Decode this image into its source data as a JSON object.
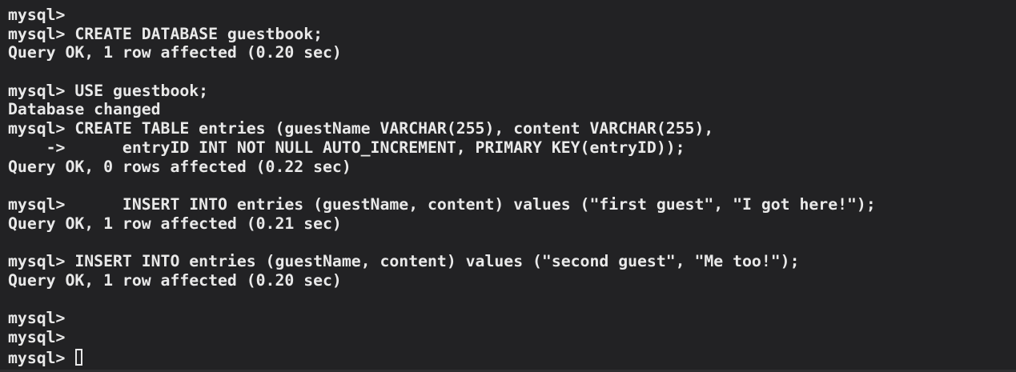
{
  "terminal": {
    "app": "mysql-command-line-client",
    "prompt": "mysql>",
    "continuation_prompt": "->",
    "colors": {
      "background": "#222224",
      "text": "#e9e9e9",
      "bottom_edge": "#2e2e30"
    },
    "cursor": {
      "style": "hollow-block",
      "at_end_of_last_line": true
    },
    "lines": [
      "mysql>",
      "mysql> CREATE DATABASE guestbook;",
      "Query OK, 1 row affected (0.20 sec)",
      "",
      "mysql> USE guestbook;",
      "Database changed",
      "mysql> CREATE TABLE entries (guestName VARCHAR(255), content VARCHAR(255),",
      "    ->      entryID INT NOT NULL AUTO_INCREMENT, PRIMARY KEY(entryID));",
      "Query OK, 0 rows affected (0.22 sec)",
      "",
      "mysql>      INSERT INTO entries (guestName, content) values (\"first guest\", \"I got here!\");",
      "Query OK, 1 row affected (0.21 sec)",
      "",
      "mysql> INSERT INTO entries (guestName, content) values (\"second guest\", \"Me too!\");",
      "Query OK, 1 row affected (0.20 sec)",
      "",
      "mysql>",
      "mysql>",
      "mysql> "
    ]
  }
}
